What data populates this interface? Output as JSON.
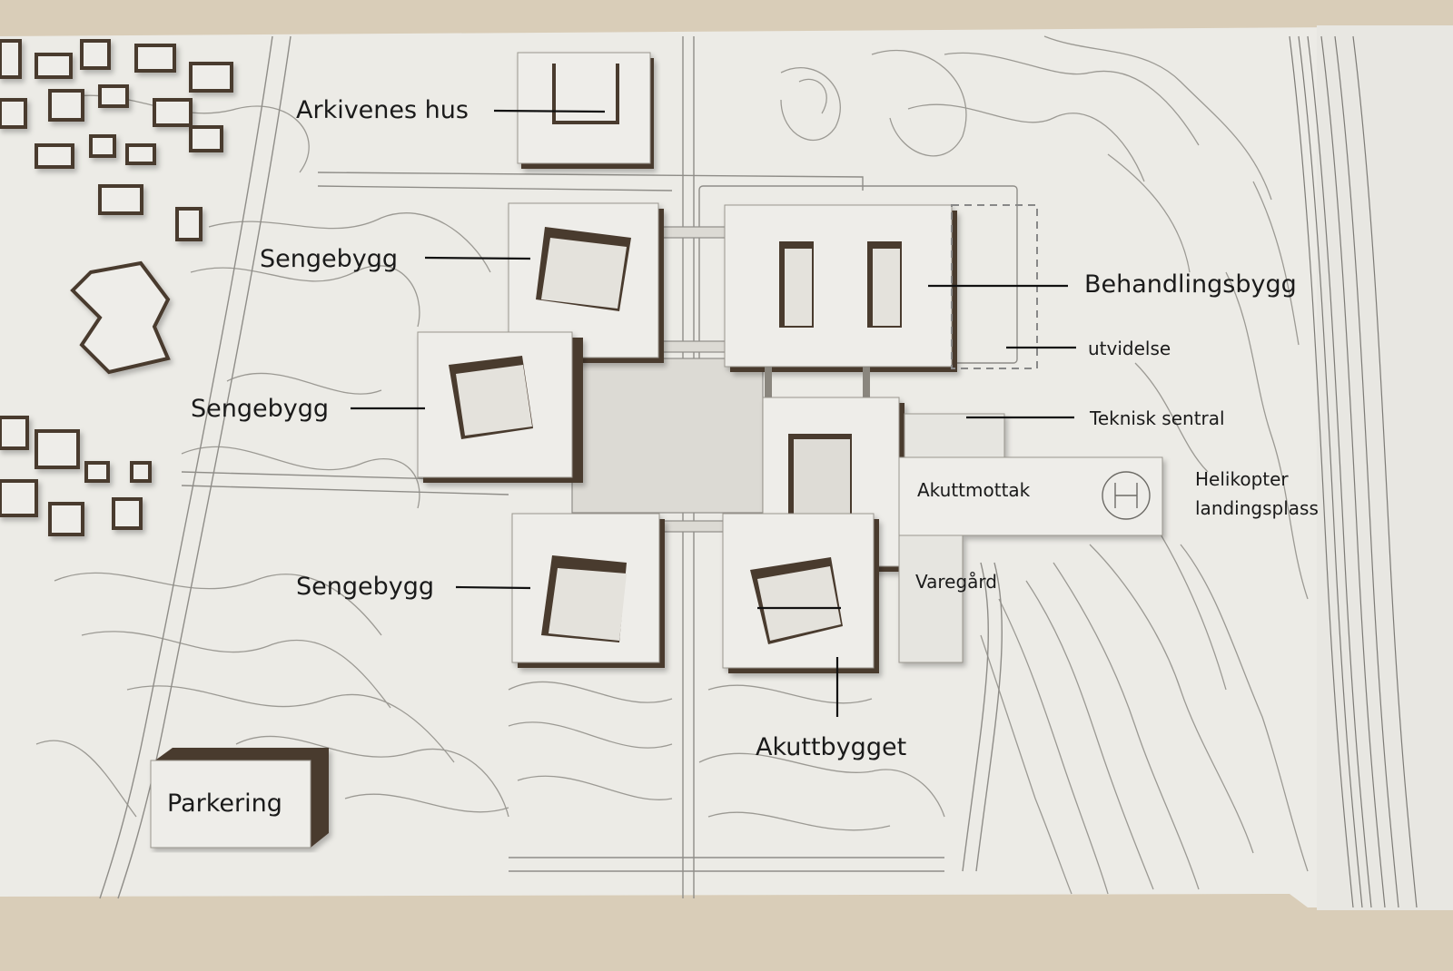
{
  "labels": {
    "arkivenes_hus": "Arkivenes hus",
    "sengebygg_1": "Sengebygg",
    "sengebygg_2": "Sengebygg",
    "sengebygg_3": "Sengebygg",
    "behandlingsbygg": "Behandlingsbygg",
    "utvidelse": "utvidelse",
    "teknisk_sentral": "Teknisk sentral",
    "akuttmottak": "Akuttmottak",
    "helikopter": "Helikopter",
    "landingsplass": "landingsplass",
    "varegard": "Varegård",
    "akuttbygget": "Akuttbygget",
    "parkering": "Parkering"
  },
  "colors": {
    "table_wood": "#d9cdb8",
    "model_base": "#ecebe6",
    "building_top": "#eeede9",
    "building_side": "#4a3a2e",
    "contour_line": "#9c9a94",
    "leader_line": "#111111"
  }
}
